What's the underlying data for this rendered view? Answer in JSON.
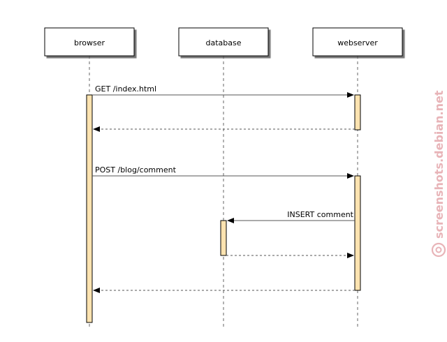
{
  "actors": [
    {
      "id": "browser",
      "label": "browser"
    },
    {
      "id": "database",
      "label": "database"
    },
    {
      "id": "webserver",
      "label": "webserver"
    }
  ],
  "messages": [
    {
      "from": "browser",
      "to": "webserver",
      "label": "GET /index.html",
      "style": "solid"
    },
    {
      "from": "webserver",
      "to": "browser",
      "label": "",
      "style": "dashed"
    },
    {
      "from": "browser",
      "to": "webserver",
      "label": "POST /blog/comment",
      "style": "solid"
    },
    {
      "from": "webserver",
      "to": "database",
      "label": "INSERT comment",
      "style": "solid"
    },
    {
      "from": "database",
      "to": "webserver",
      "label": "",
      "style": "dashed"
    },
    {
      "from": "webserver",
      "to": "browser",
      "label": "",
      "style": "dashed"
    }
  ],
  "watermark": {
    "text": "screenshots.debian.net",
    "color": "#e8b4b8"
  },
  "colors": {
    "activation": "#fde3b0",
    "line": "#555555"
  }
}
